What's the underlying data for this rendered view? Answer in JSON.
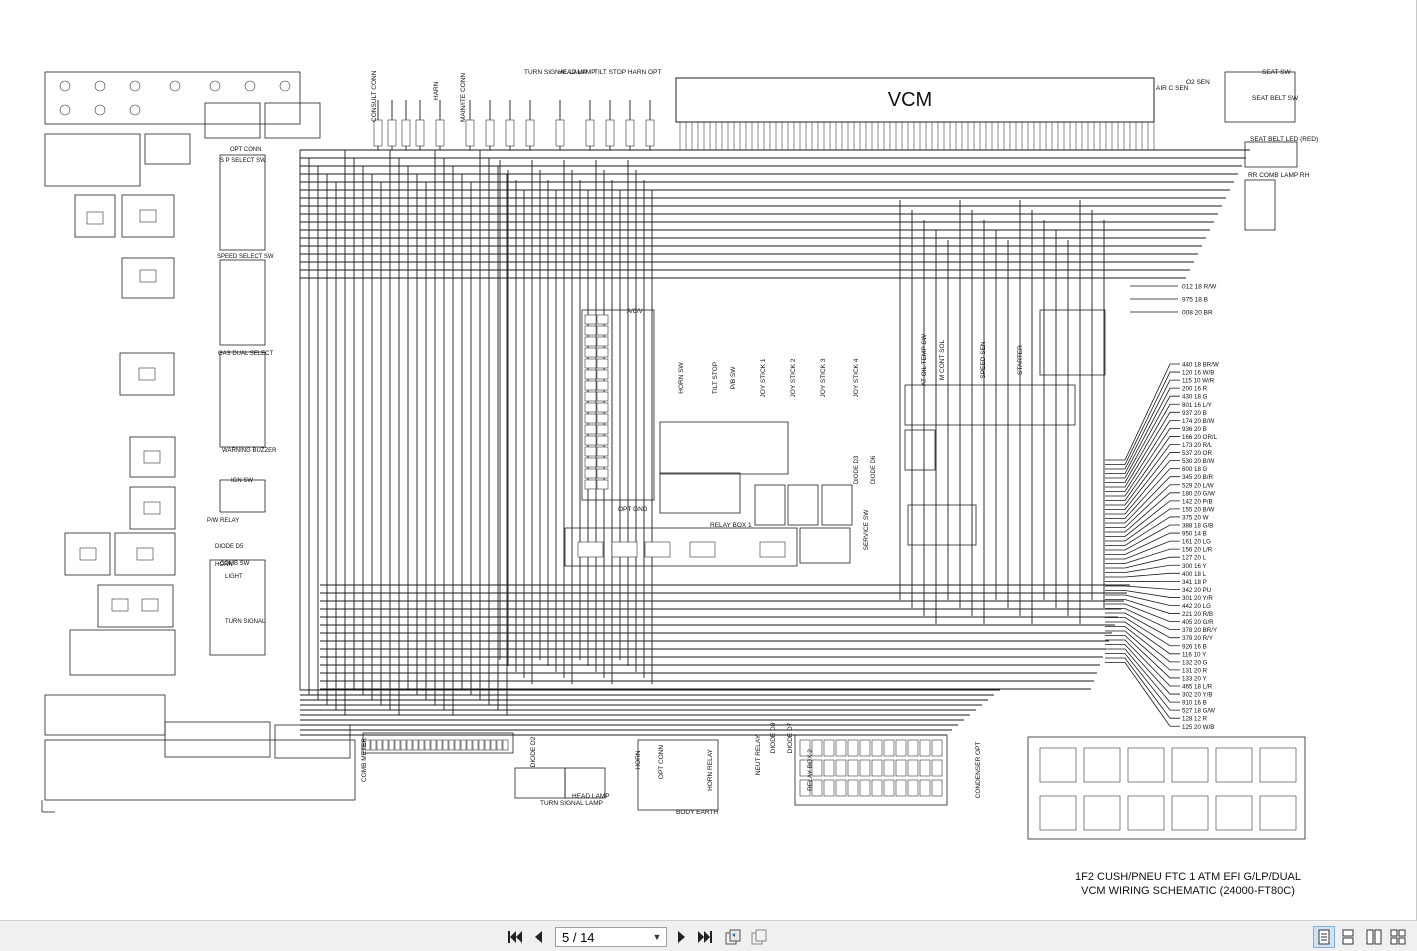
{
  "schematic": {
    "vcm_label": "VCM",
    "title_line1": "1F2 CUSH/PNEU FTC 1 ATM EFI G/LP/DUAL",
    "title_line2": "VCM WIRING SCHEMATIC (24000-FT80C)",
    "left_labels": [
      "OPT CONN",
      "S P SELECT SW",
      "SPEED SELECT SW",
      "GAS DUAL SELECT",
      "WARNING BUZZER",
      "IGN SW",
      "P/W RELAY",
      "DIODE D5",
      "COMB SW",
      "HORN",
      "LIGHT",
      "TURN SIGNAL"
    ],
    "top_labels": [
      "CONSULT CONN",
      "HARN",
      "MAIN/ITE CONN",
      "TURN SIGNAL LAMP",
      "HEAD LAMP",
      "TILT STOP HARN OPT",
      "AIR C SEN",
      "O2 SEN",
      "SEAT SW",
      "SEAT BELT SW",
      "SEAT BELT LED (RED)",
      "RR COMB LAMP RH"
    ],
    "right_wires_top": [
      "012 18 R/W",
      "975 18 B",
      "008 20 BR"
    ],
    "right_wires": [
      "440 18 BR/W",
      "120 16 W/B",
      "115 10 W/R",
      "200 16 R",
      "430 18 G",
      "801 16 L/Y",
      "937 20 B",
      "174 20 B/W",
      "936 20 B",
      "166 20 OR/L",
      "173 20 R/L",
      "537 20 OR",
      "530 20 B/W",
      "600 18 G",
      "345 20 B/R",
      "529 20 L/W",
      "180 20 G/W",
      "142 20 P/B",
      "155 20 B/W",
      "375 20 W",
      "388 18 G/B",
      "950 14 B",
      "161 20 LG",
      "156 20 L/R",
      "127 20 L",
      "300 16 Y",
      "400 18 L",
      "341 18 P",
      "342 20 PU",
      "301 20 Y/R",
      "442 20 LG",
      "221 20 R/B",
      "405 20 G/R",
      "378 20 BR/Y",
      "379 20 R/Y",
      "926 16 B",
      "116 10 Y",
      "132 20 G",
      "131 20 R",
      "133 20 Y",
      "465 18 L/R",
      "302 20 Y/B",
      "910 16 B",
      "527 18 G/W",
      "128 12 R",
      "125 20 W/B"
    ],
    "center_labels": [
      "A/C/V",
      "HORN SW",
      "TILT STOP",
      "P/B SW",
      "JOY STICK 1",
      "JOY STICK 2",
      "JOY STICK 3",
      "JOY STICK 4",
      "AT OIL TEMP SW",
      "M CONT SOL",
      "SPEED SEN",
      "STARTER",
      "RELAY BOX 1",
      "OPT GND",
      "DIODE D3",
      "DIODE D6",
      "SERVICE SW"
    ],
    "bottom_labels": [
      "COMB METER",
      "DIODE D2",
      "TURN SIGNAL LAMP",
      "HEAD LAMP",
      "HORN",
      "OPT CONN",
      "BODY EARTH",
      "HORN RELAY",
      "NEUT RELAY",
      "DIODE D8",
      "DIODE D7",
      "RELAY BOX 2",
      "CONDENSER OPT"
    ]
  },
  "toolbar": {
    "page_input": "5 / 14",
    "first_icon": "first-page-icon",
    "prev_icon": "prev-page-icon",
    "next_icon": "next-page-icon",
    "last_icon": "last-page-icon",
    "dropdown_icon": "dropdown-icon",
    "view_modes": [
      "single-page-icon",
      "continuous-icon",
      "facing-icon",
      "continuous-facing-icon"
    ]
  }
}
